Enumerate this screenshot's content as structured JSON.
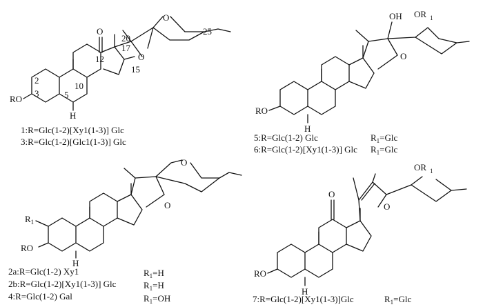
{
  "atoms": {
    "O": "O",
    "OH": "OH",
    "RO": "RO",
    "H": "H",
    "OR": "OR",
    "R": "R",
    "sub1": "1"
  },
  "carbon_numbers": {
    "c2": "2",
    "c3": "3",
    "c5": "5",
    "c10": "10",
    "c12": "12",
    "c15": "15",
    "c17": "17",
    "c20": "20",
    "c25": "25"
  },
  "captions": {
    "s1": "1:R=Glc(1-2)[Xy1(1-3)] Glc",
    "s3": "3:R=Glc(1-2)[Glc1(1-3)] Glc",
    "s5": "5:R=Glc(1-2) Glc",
    "s5_r1_prefix": "R",
    "s5_r1_value": "=Glc",
    "s6": "6:R=Glc(1-2)[Xy1(1-3)] Glc",
    "s6_r1_value": "=Glc",
    "s2a": "2a:R=Glc(1-2) Xy1",
    "s2a_r1_value": "=H",
    "s2b": "2b:R=Glc(1-2)[Xy1(1-3)] Glc",
    "s2b_r1_value": "=H",
    "s4": "4:R=Glc(1-2) Gal",
    "s4_r1_value": "=OH",
    "s7": "7:R=Glc(1-2)[Xy1(1-3)]Glc",
    "s7_r1_value": "=Glc"
  }
}
